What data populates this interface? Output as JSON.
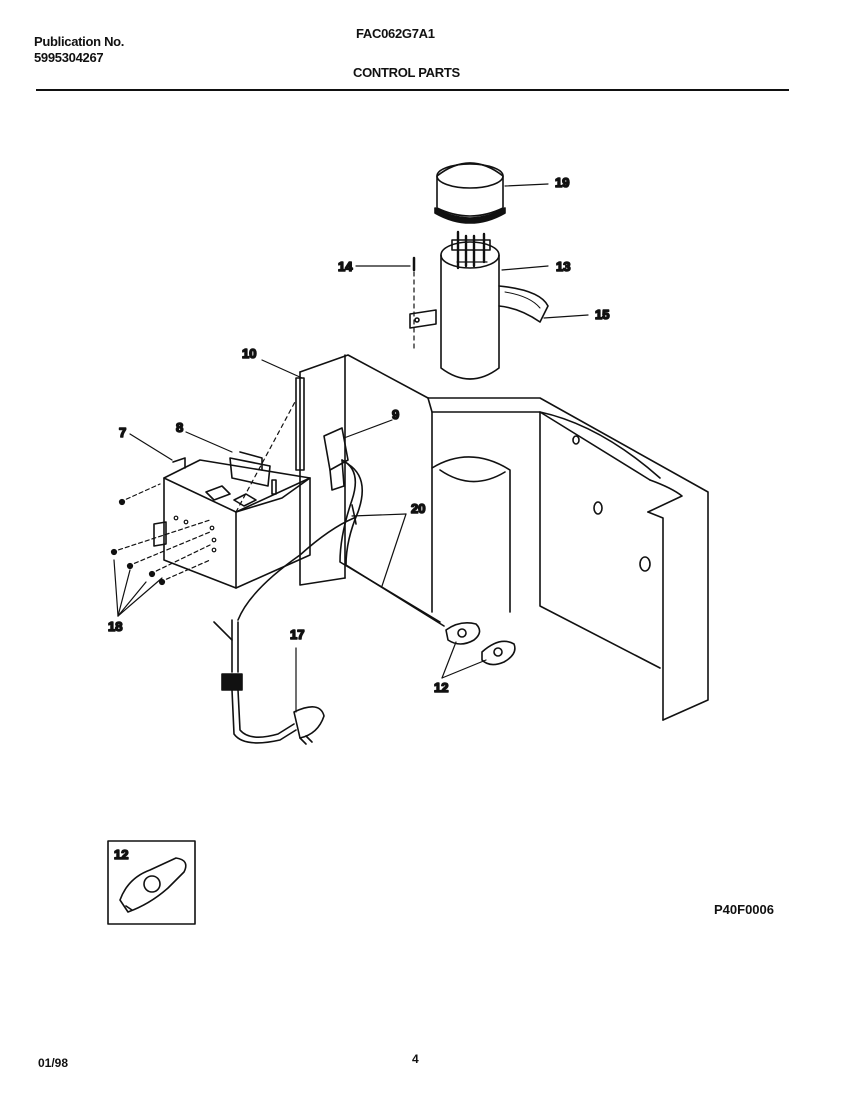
{
  "header": {
    "publication_label": "Publication No.",
    "publication_number": "5995304267",
    "model": "FAC062G7A1",
    "section_title": "CONTROL PARTS"
  },
  "callouts": {
    "c19": "19",
    "c14": "14",
    "c13": "13",
    "c15": "15",
    "c10": "10",
    "c7": "7",
    "c8": "8",
    "c9": "9",
    "c20": "20",
    "c18": "18",
    "c17": "17",
    "c12": "12",
    "inset_12": "12"
  },
  "footer": {
    "drawing_code": "P40F0006",
    "date": "01/98",
    "page": "4"
  }
}
